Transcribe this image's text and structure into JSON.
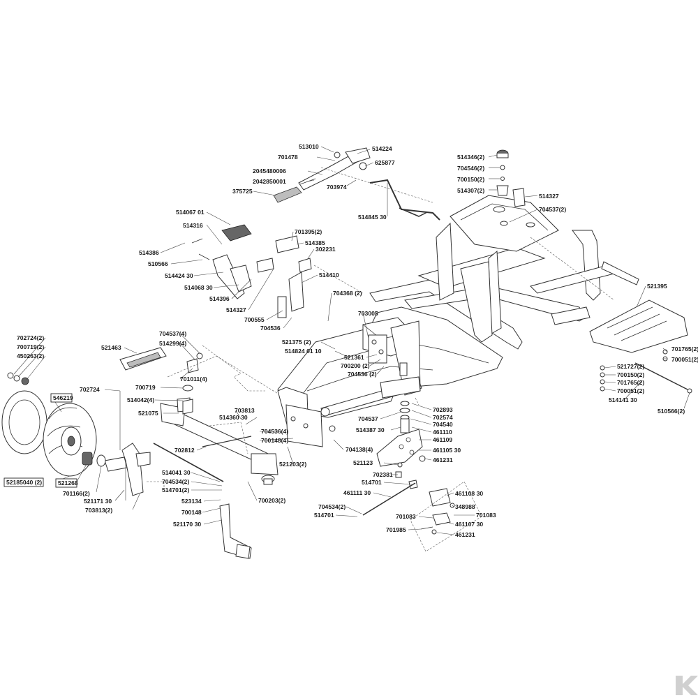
{
  "labels": {
    "p513010": "513010",
    "p514224": "514224",
    "p701478": "701478",
    "p625877": "625877",
    "p2045480006": "2045480006",
    "p2042850001": "2042850001",
    "p703974": "703974",
    "p375725": "375725",
    "p514845_30": "514845 30",
    "p514346_2": "514346(2)",
    "p704546_2": "704546(2)",
    "p700150_2a": "700150(2)",
    "p514307_2": "514307(2)",
    "p514327a": "514327",
    "p704537_2": "704537(2)",
    "p514067_01": "514067 01",
    "p514316": "514316",
    "p701395_2": "701395(2)",
    "p514385": "514385",
    "p302231": "302231",
    "p514386": "514386",
    "p510566": "510566",
    "p514424_30": "514424 30",
    "p514410": "514410",
    "p514068_30": "514068 30",
    "p514396": "514396",
    "p514327b": "514327",
    "p700555": "700555",
    "p704536": "704536",
    "p704368_2": "704368 (2)",
    "p703005": "703005",
    "p521395": "521395",
    "p702724_2": "702724(2)",
    "p700719_2": "700719(2)",
    "p450263_2": "450263(2)",
    "p704537_4": "704537(4)",
    "p514299_4": "514299(4)",
    "p521463": "521463",
    "p521375_2": "521375 (2)",
    "p514824_01_10": "514824 01 10",
    "p521361": "521361",
    "p700200_2": "700200 (2)",
    "p704536_2": "704536 (2)",
    "p701011_4": "701011(4)",
    "p702724": "702724",
    "p700719": "700719",
    "p514042_4": "514042(4)",
    "p521075": "521075",
    "p546219": "546219",
    "p703813": "703813",
    "p514360_30": "514360 30",
    "p704536_4": "704536(4)",
    "p700148_4": "700148(4)",
    "p702812": "702812",
    "p521203_2": "521203(2)",
    "p704138_4": "704138(4)",
    "p702893": "702893",
    "p704537b": "704537",
    "p702574": "702574",
    "p704540": "704540",
    "p514387_30": "514387 30",
    "p461110": "461110",
    "p461109": "461109",
    "p461105_30": "461105 30",
    "p521123": "521123",
    "p461231a": "461231",
    "p701765_2a": "701765(2)",
    "p700051_2a": "700051(2)",
    "p521727_2": "521727(2)",
    "p700150_2b": "700150(2)",
    "p701765_2b": "701765(2)",
    "p700051_2b": "700051(2)",
    "p514141_30": "514141 30",
    "p510566_2": "510566(2)",
    "p52185040_2": "52185040 (2)",
    "p521268": "521268",
    "p701166_2": "701166(2)",
    "p521171_30": "521171 30",
    "p703813_2": "703813(2)",
    "p514041_30": "514041 30",
    "p704534_2a": "704534(2)",
    "p514701_2": "514701(2)",
    "p523134": "523134",
    "p700148": "700148",
    "p521170_30": "521170 30",
    "p700203_2": "700203(2)",
    "p702381": "702381",
    "p514701a": "514701",
    "p461111_30": "461111 30",
    "p461108_30": "461108 30",
    "p348988": "348988",
    "p704534_2b": "704534(2)",
    "p514701b": "514701",
    "p701083a": "701083",
    "p701083b": "701083",
    "p461107_30": "461107 30",
    "p701985": "701985",
    "p461231b": "461231"
  },
  "colors": {
    "line": "#333333",
    "paper": "#ffffff",
    "logo": "#d0d0d0"
  },
  "icons": {
    "corner_logo": "k-logo-icon"
  }
}
